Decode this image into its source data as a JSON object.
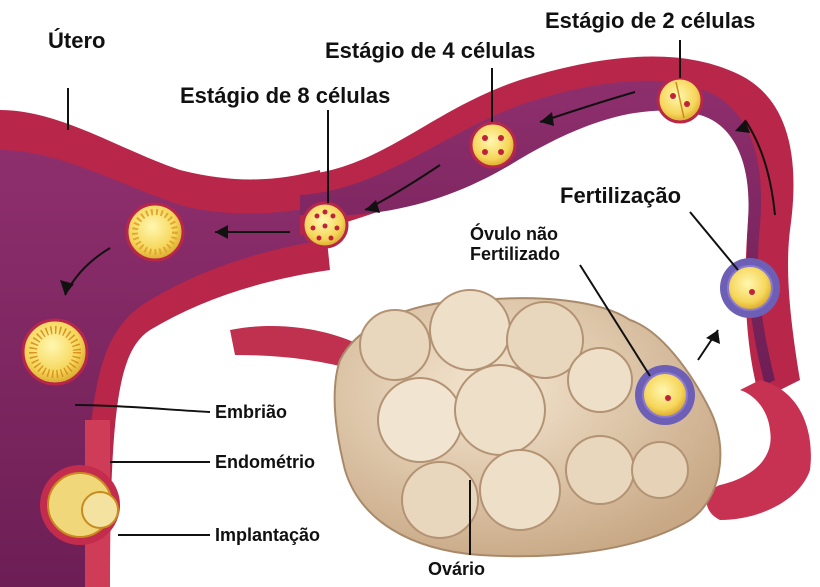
{
  "labels": {
    "utero": "Útero",
    "estagio_8": "Estágio de 8 células",
    "estagio_4": "Estágio de 4 células",
    "estagio_2": "Estágio de 2 células",
    "fertilizacao": "Fertilização",
    "ovulo_1": "Óvulo não",
    "ovulo_2": "Fertilizado",
    "embriao": "Embrião",
    "endometrio": "Endométrio",
    "implantacao": "Implantação",
    "ovario": "Ovário"
  }
}
